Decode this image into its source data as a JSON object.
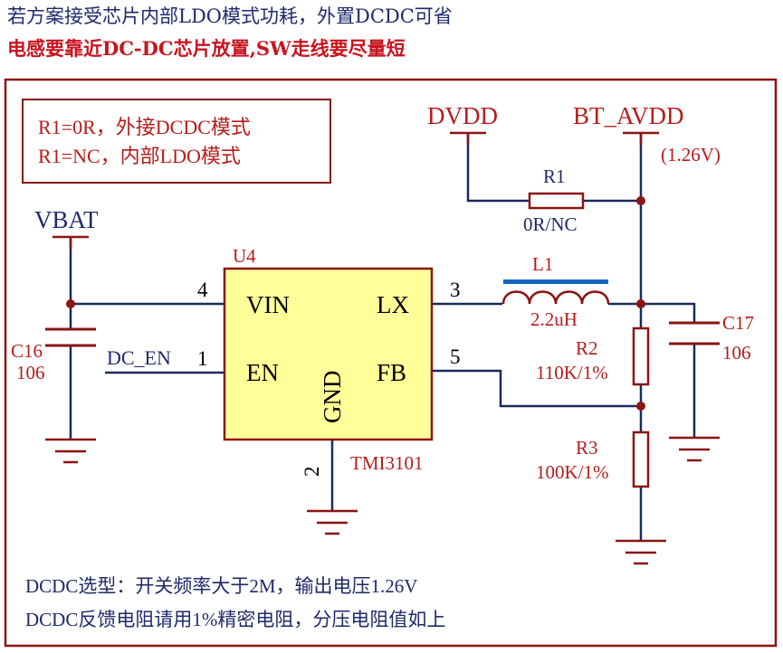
{
  "notes": {
    "line1": "若方案接受芯片内部LDO模式功耗，外置DCDC可省",
    "line2": "电感要靠近DC-DC芯片放置,SW走线要尽量短"
  },
  "mode_box": {
    "line1": "R1=0R，外接DCDC模式",
    "line2": "R1=NC，内部LDO模式"
  },
  "nets": {
    "vbat": "VBAT",
    "dvdd": "DVDD",
    "bt_avdd": "BT_AVDD",
    "bt_avdd_voltage": "(1.26V)",
    "dc_en": "DC_EN"
  },
  "ic": {
    "ref": "U4",
    "part": "TMI3101",
    "pins": {
      "vin": {
        "name": "VIN",
        "num": "4"
      },
      "en": {
        "name": "EN",
        "num": "1"
      },
      "gnd": {
        "name": "GND",
        "num": "2"
      },
      "lx": {
        "name": "LX",
        "num": "3"
      },
      "fb": {
        "name": "FB",
        "num": "5"
      }
    }
  },
  "components": {
    "r1": {
      "ref": "R1",
      "value": "0R/NC"
    },
    "l1": {
      "ref": "L1",
      "value": "2.2uH"
    },
    "r2": {
      "ref": "R2",
      "value": "110K/1%"
    },
    "r3": {
      "ref": "R3",
      "value": "100K/1%"
    },
    "c16": {
      "ref": "C16",
      "value": "106"
    },
    "c17": {
      "ref": "C17",
      "value": "106"
    }
  },
  "footer": {
    "line1": "DCDC选型：开关频率大于2M，输出电压1.26V",
    "line2": "DCDC反馈电阻请用1%精密电阻，分压电阻值如上"
  },
  "colors": {
    "wire": "#1a2a5e",
    "component": "#8b1414",
    "ic_fill": "#ffff99",
    "inductor_bar": "#1565c0",
    "frame": "#8b1414",
    "label_red": "#b71c1c",
    "note_red": "#c8141e"
  }
}
